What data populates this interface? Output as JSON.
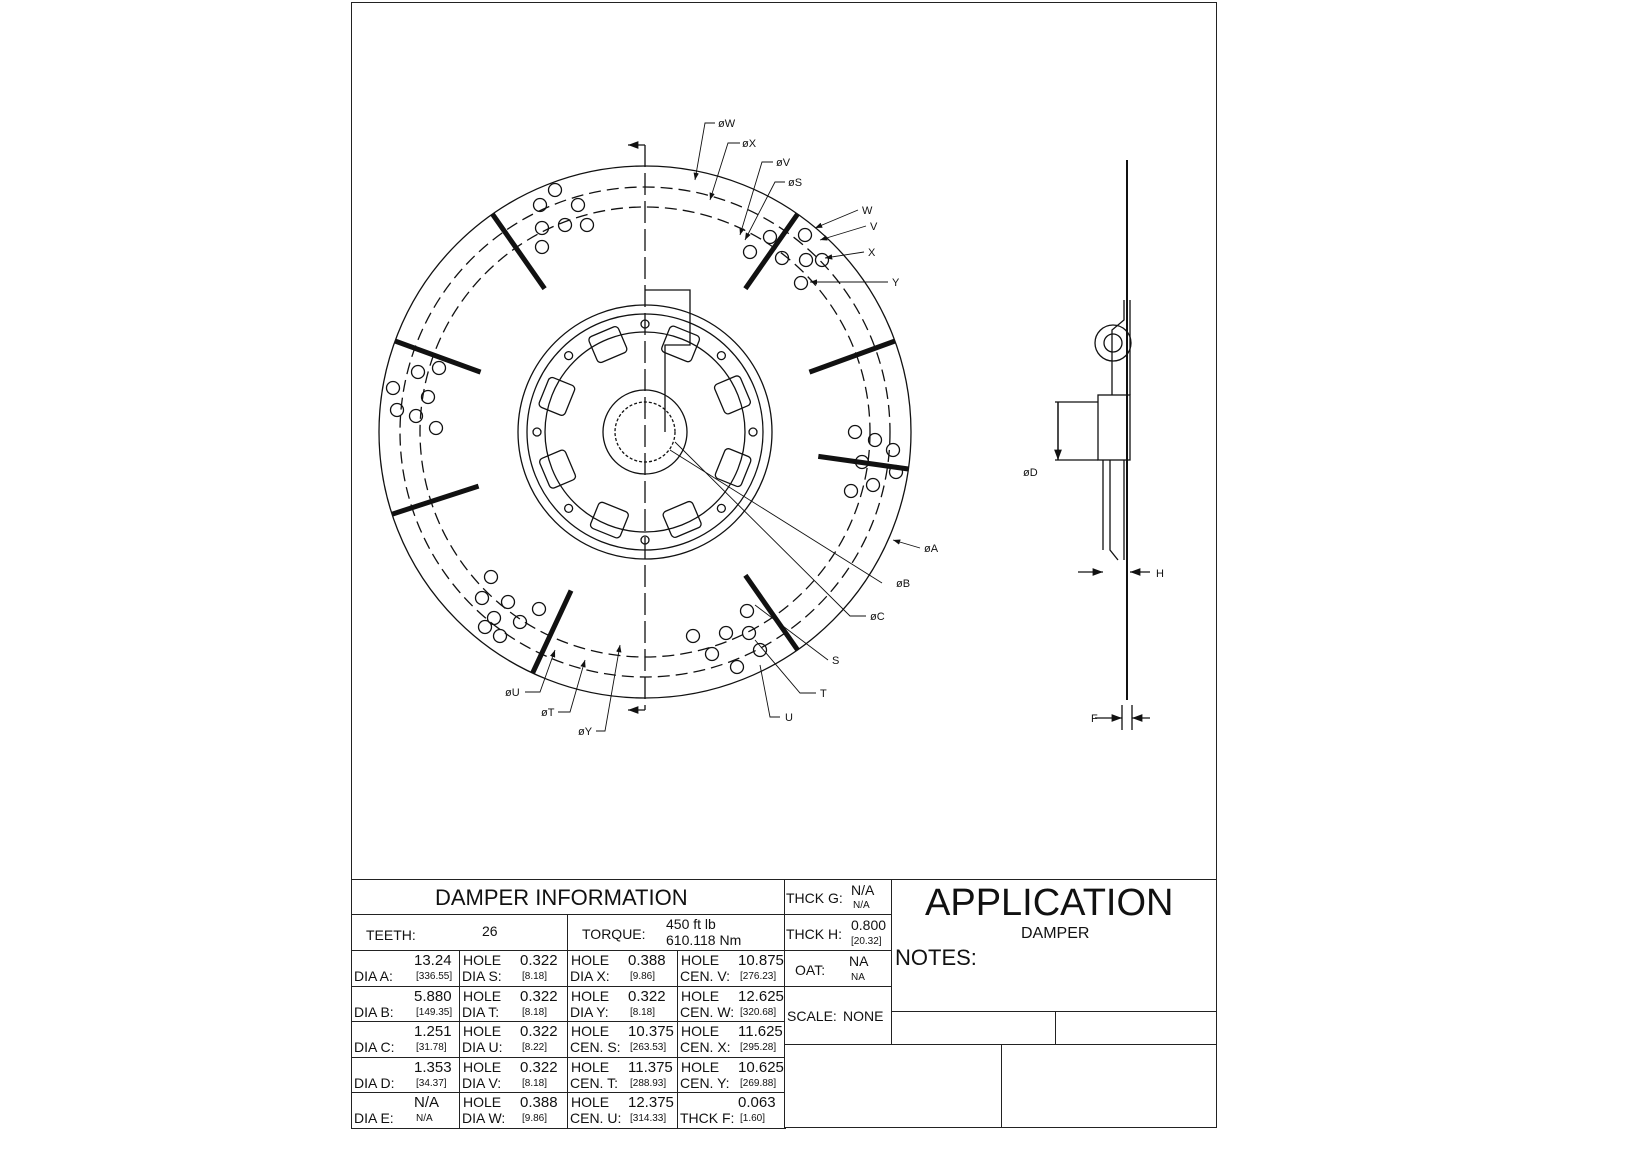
{
  "labels": {
    "dia_w": "øW",
    "dia_x": "øX",
    "dia_v": "øV",
    "dia_s": "øS",
    "w": "W",
    "v": "V",
    "x": "X",
    "y": "Y",
    "dia_a": "øA",
    "dia_b": "øB",
    "dia_c": "øC",
    "s": "S",
    "t": "T",
    "u": "U",
    "dia_u": "øU",
    "dia_t": "øT",
    "dia_y": "øY",
    "dia_d": "øD",
    "h": "H",
    "f": "F"
  },
  "table": {
    "title": "DAMPER INFORMATION",
    "teeth_label": "TEETH:",
    "teeth_value": "26",
    "torque_label": "TORQUE:",
    "torque_ftlb": "450 ft lb",
    "torque_nm": "610.118 Nm",
    "rows": [
      [
        {
          "l1": "",
          "l2": "DIA A:",
          "v": "13.24",
          "mm": "[336.55]"
        },
        {
          "l1": "HOLE",
          "l2": "DIA S:",
          "v": "0.322",
          "mm": "[8.18]"
        },
        {
          "l1": "HOLE",
          "l2": "DIA X:",
          "v": "0.388",
          "mm": "[9.86]"
        },
        {
          "l1": "HOLE",
          "l2": "CEN. V:",
          "v": "10.875",
          "mm": "[276.23]"
        }
      ],
      [
        {
          "l1": "",
          "l2": "DIA B:",
          "v": "5.880",
          "mm": "[149.35]"
        },
        {
          "l1": "HOLE",
          "l2": "DIA T:",
          "v": "0.322",
          "mm": "[8.18]"
        },
        {
          "l1": "HOLE",
          "l2": "DIA Y:",
          "v": "0.322",
          "mm": "[8.18]"
        },
        {
          "l1": "HOLE",
          "l2": "CEN. W:",
          "v": "12.625",
          "mm": "[320.68]"
        }
      ],
      [
        {
          "l1": "",
          "l2": "DIA C:",
          "v": "1.251",
          "mm": "[31.78]"
        },
        {
          "l1": "HOLE",
          "l2": "DIA U:",
          "v": "0.322",
          "mm": "[8.22]"
        },
        {
          "l1": "HOLE",
          "l2": "CEN. S:",
          "v": "10.375",
          "mm": "[263.53]"
        },
        {
          "l1": "HOLE",
          "l2": "CEN. X:",
          "v": "11.625",
          "mm": "[295.28]"
        }
      ],
      [
        {
          "l1": "",
          "l2": "DIA D:",
          "v": "1.353",
          "mm": "[34.37]"
        },
        {
          "l1": "HOLE",
          "l2": "DIA V:",
          "v": "0.322",
          "mm": "[8.18]"
        },
        {
          "l1": "HOLE",
          "l2": "CEN. T:",
          "v": "11.375",
          "mm": "[288.93]"
        },
        {
          "l1": "HOLE",
          "l2": "CEN. Y:",
          "v": "10.625",
          "mm": "[269.88]"
        }
      ],
      [
        {
          "l1": "",
          "l2": "DIA E:",
          "v": "N/A",
          "mm": "N/A"
        },
        {
          "l1": "HOLE",
          "l2": "DIA W:",
          "v": "0.388",
          "mm": "[9.86]"
        },
        {
          "l1": "HOLE",
          "l2": "CEN. U:",
          "v": "12.375",
          "mm": "[314.33]"
        },
        {
          "l1": "",
          "l2": "THCK F:",
          "v": "0.063",
          "mm": "[1.60]"
        }
      ]
    ]
  },
  "side": {
    "thck_g_label": "THCK G:",
    "thck_g_value": "N/A",
    "thck_g_mm": "N/A",
    "thck_h_label": "THCK H:",
    "thck_h_value": "0.800",
    "thck_h_mm": "[20.32]",
    "oat_label": "OAT:",
    "oat_value": "NA",
    "oat_mm": "NA",
    "scale_label": "SCALE:",
    "scale_value": "NONE"
  },
  "title_block": {
    "application": "APPLICATION",
    "subtitle": "DAMPER",
    "notes_label": "NOTES:"
  }
}
